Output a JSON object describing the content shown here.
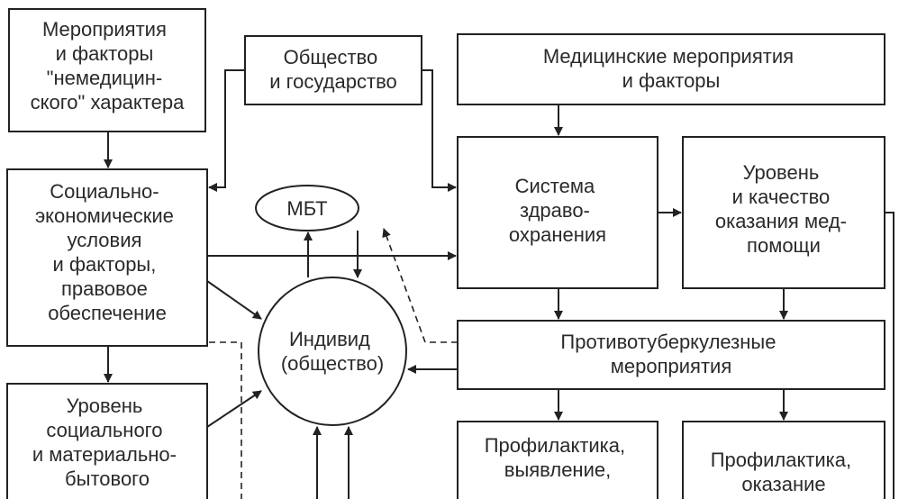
{
  "nodes": {
    "nonmedical": {
      "lines": [
        "Мероприятия",
        "и факторы",
        "\"немедицин-",
        "ского\" характера"
      ]
    },
    "society_state": {
      "lines": [
        "Общество",
        "и государство"
      ]
    },
    "medical": {
      "lines": [
        "Медицинские мероприятия",
        "и факторы"
      ]
    },
    "socio_economic": {
      "lines": [
        "Социально-",
        "экономические",
        "условия",
        "и факторы,",
        "правовое",
        "обеспечение"
      ]
    },
    "mbt": {
      "lines": [
        "МБТ"
      ]
    },
    "health_system": {
      "lines": [
        "Система",
        "здраво-",
        "охранения"
      ]
    },
    "care_level": {
      "lines": [
        "Уровень",
        "и качество",
        "оказания мед-",
        "помощи"
      ]
    },
    "individual": {
      "lines": [
        "Индивид",
        "(общество)"
      ]
    },
    "antituberculosis": {
      "lines": [
        "Противотуберкулезные",
        "мероприятия"
      ]
    },
    "living_level": {
      "lines": [
        "Уровень",
        "социального",
        "и материально-",
        "бытового"
      ]
    },
    "prevention_detection": {
      "lines": [
        "Профилактика,",
        "выявление,"
      ]
    },
    "prevention_care": {
      "lines": [
        "Профилактика,",
        "оказание"
      ]
    }
  }
}
